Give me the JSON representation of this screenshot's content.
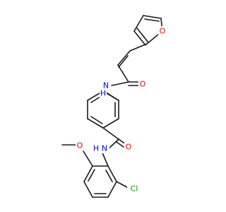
{
  "molecule": {
    "colors": {
      "bond": "#1a1a1a",
      "oxygen": "#ff0000",
      "nitrogen": "#0000ff",
      "chlorine": "#00a000",
      "carbon_text": "#1a1a1a",
      "background": "#ffffff"
    },
    "labels": {
      "furan_o": "O",
      "carbonyl_o_top": "O",
      "amide_nh_top": "N",
      "amide_h_top": "H",
      "carbonyl_o_mid": "O",
      "amide_nh_bottom": "N",
      "amide_h_bottom": "H",
      "methoxy_o": "O",
      "chlorine": "Cl"
    }
  }
}
